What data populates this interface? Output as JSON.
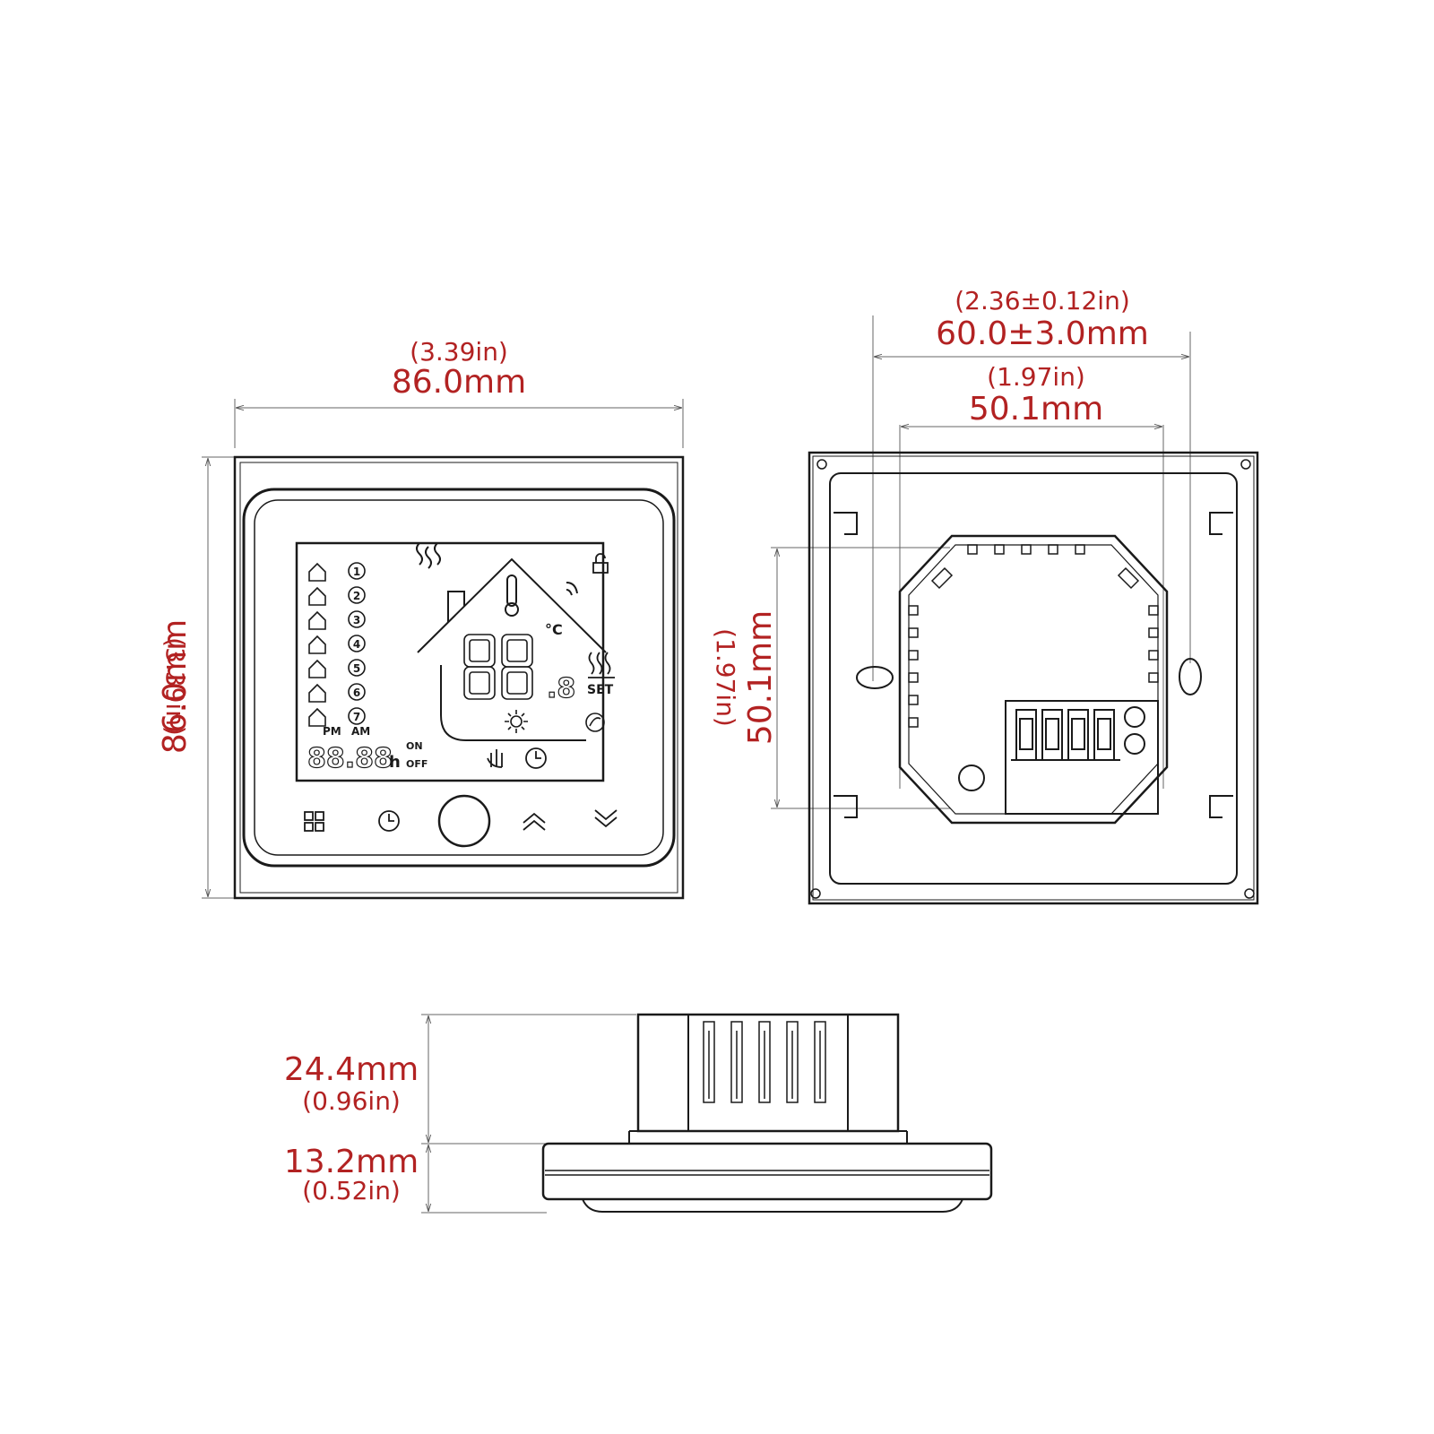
{
  "colors": {
    "dimension": "#b22222",
    "outline": "#1a1a1a"
  },
  "front_view": {
    "width_in": "(3.39in)",
    "width_mm": "86.0mm",
    "height_in": "(3.39in)",
    "height_mm": "86.0mm",
    "lcd": {
      "segment_text": "88.88",
      "hour_unit": "h",
      "on_label": "ON",
      "off_label": "OFF",
      "pm_label": "PM",
      "am_label": "AM",
      "set_label": "SET",
      "celsius_label": "°C",
      "temp_big": "88",
      "temp_decimal": ".8",
      "programs": [
        "1",
        "2",
        "3",
        "4",
        "5",
        "6",
        "7"
      ]
    },
    "buttons": [
      {
        "name": "menu-button",
        "icon": "grid-icon"
      },
      {
        "name": "clock-button",
        "icon": "clock-icon"
      },
      {
        "name": "power-button",
        "icon": "circle-icon"
      },
      {
        "name": "up-button",
        "icon": "chevron-up-icon"
      },
      {
        "name": "down-button",
        "icon": "chevron-down-icon"
      }
    ]
  },
  "back_view": {
    "outer_width_in": "(2.36±0.12in)",
    "outer_width_mm": "60.0±3.0mm",
    "inner_width_in": "(1.97in)",
    "inner_width_mm": "50.1mm",
    "height_in": "(1.97in)",
    "height_mm": "50.1mm"
  },
  "side_view": {
    "back_depth_mm": "24.4mm",
    "back_depth_in": "(0.96in)",
    "front_depth_mm": "13.2mm",
    "front_depth_in": "(0.52in)"
  }
}
